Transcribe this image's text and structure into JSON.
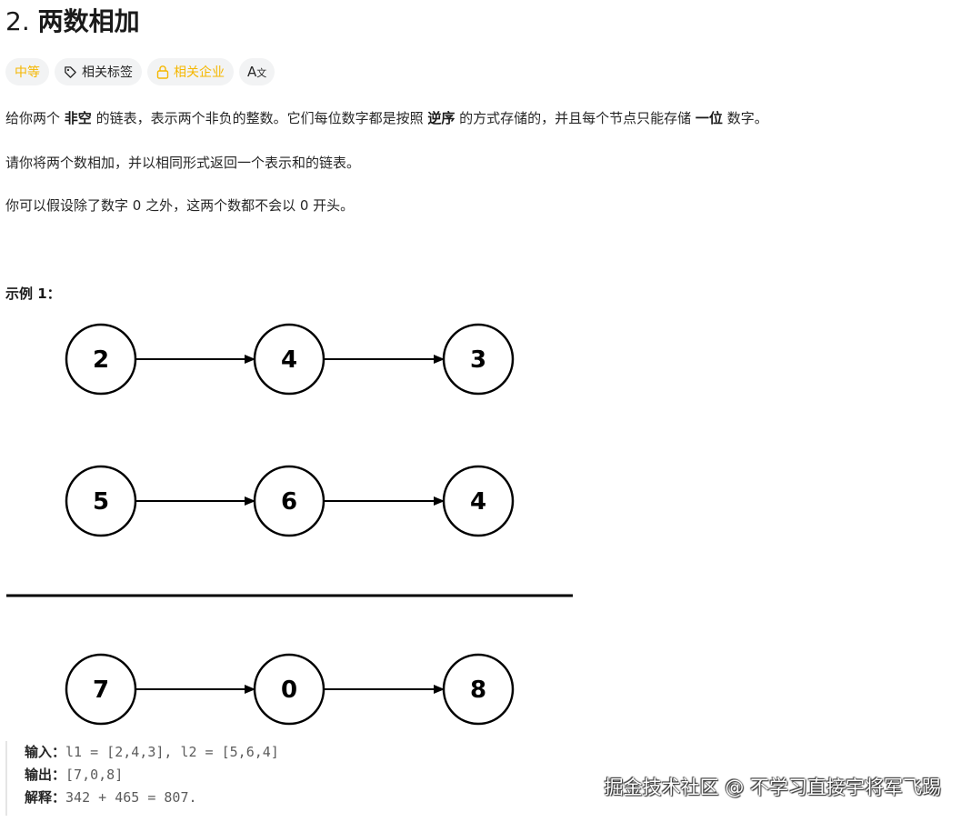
{
  "problem": {
    "number": "2.",
    "name": "两数相加"
  },
  "tags": {
    "difficulty": "中等",
    "related_tags": "相关标签",
    "related_companies": "相关企业",
    "lang_icon_text": "A"
  },
  "icons": {
    "tag": "tag-icon",
    "lock": "lock-icon",
    "translate": "translate-icon"
  },
  "colors": {
    "difficulty_medium": "#f5b700",
    "text": "#262626",
    "tag_bg": "#f2f3f4"
  },
  "description": {
    "p1": {
      "a": "给你两个 ",
      "b": "非空",
      "c": " 的链表，表示两个非负的整数。它们每位数字都是按照 ",
      "d": "逆序",
      "e": " 的方式存储的，并且每个节点只能存储 ",
      "f": "一位",
      "g": " 数字。"
    },
    "p2": "请你将两个数相加，并以相同形式返回一个表示和的链表。",
    "p3": "你可以假设除了数字 0 之外，这两个数都不会以 0 开头。"
  },
  "example": {
    "title": "示例 1：",
    "list1": [
      "2",
      "4",
      "3"
    ],
    "list2": [
      "5",
      "6",
      "4"
    ],
    "result": [
      "7",
      "0",
      "8"
    ],
    "input_label": "输入：",
    "input_value": "l1 = [2,4,3], l2 = [5,6,4]",
    "output_label": "输出：",
    "output_value": "[7,0,8]",
    "explain_label": "解释：",
    "explain_value": "342 + 465 = 807."
  },
  "watermark": "掘金技术社区 @ 不学习直接宇将军飞踢"
}
